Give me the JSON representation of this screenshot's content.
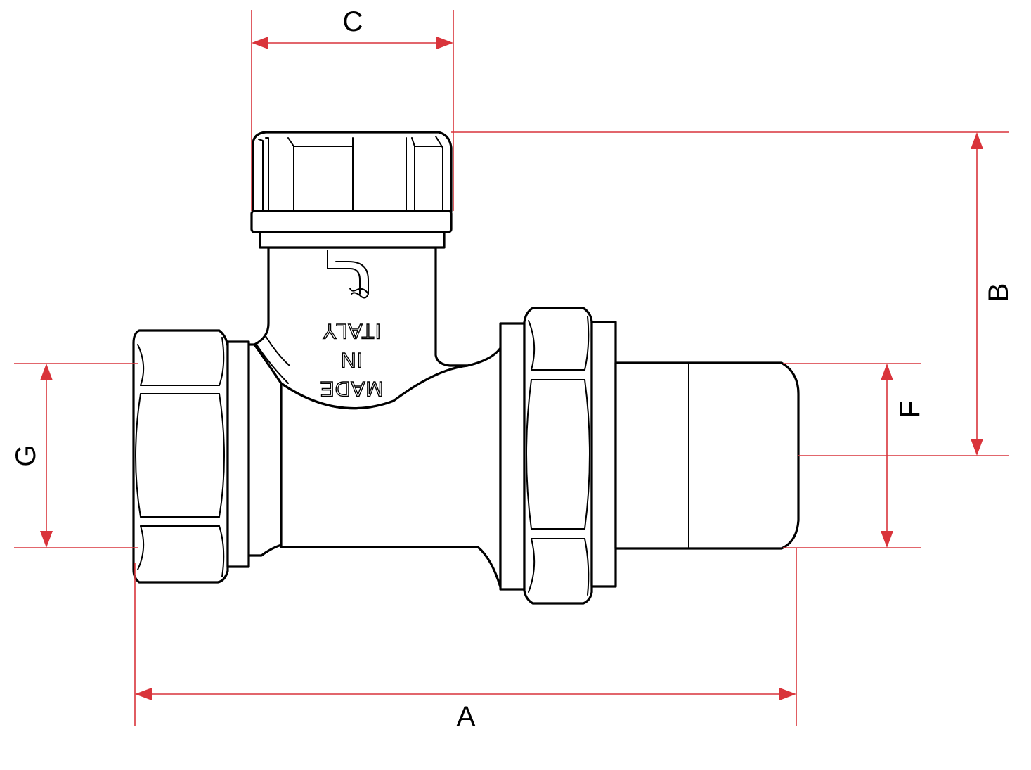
{
  "dimensions": {
    "a": "A",
    "b": "B",
    "c": "C",
    "f": "F",
    "g": "G"
  },
  "body_marking": {
    "line1": "MADE",
    "line2": "IN",
    "line3": "ITALY"
  },
  "colors": {
    "dimension_lines": "#d9343b",
    "outline": "#000000",
    "background": "#ffffff"
  }
}
